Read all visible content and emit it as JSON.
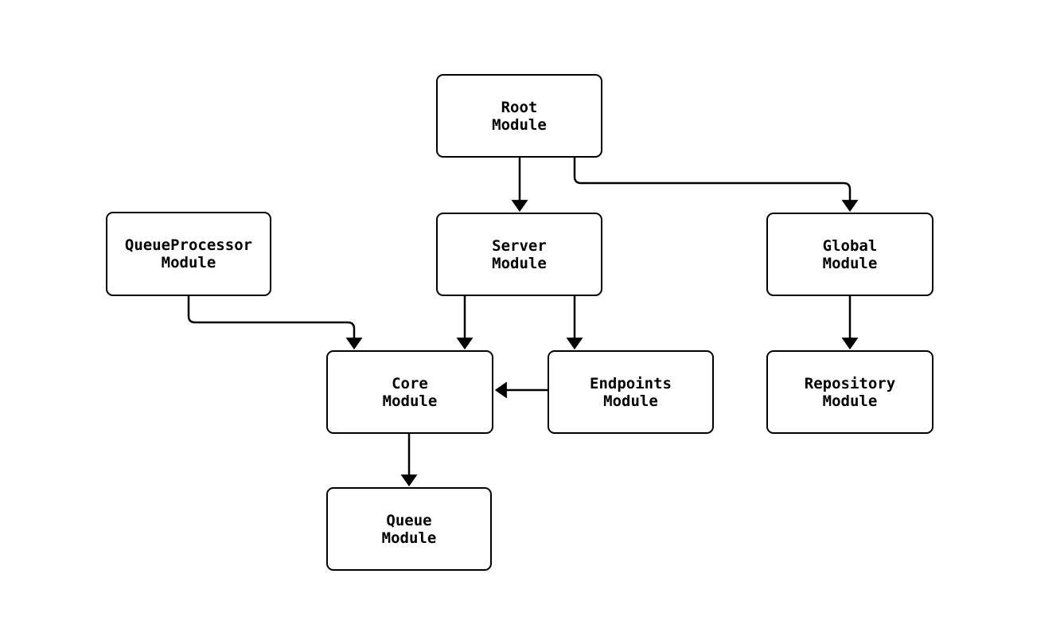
{
  "diagram": {
    "type": "module-dependency-graph",
    "colors": {
      "background": "#ffffff",
      "node_fill": "#ffffff",
      "node_border": "#000000",
      "edge_stroke": "#000000",
      "text": "#000000"
    },
    "nodes": [
      {
        "id": "root",
        "label": "Root\nModule"
      },
      {
        "id": "queueprocessor",
        "label": "QueueProcessor\nModule"
      },
      {
        "id": "server",
        "label": "Server\nModule"
      },
      {
        "id": "global",
        "label": "Global\nModule"
      },
      {
        "id": "core",
        "label": "Core\nModule"
      },
      {
        "id": "endpoints",
        "label": "Endpoints\nModule"
      },
      {
        "id": "repository",
        "label": "Repository\nModule"
      },
      {
        "id": "queue",
        "label": "Queue\nModule"
      }
    ],
    "edges": [
      {
        "from": "root",
        "to": "server"
      },
      {
        "from": "root",
        "to": "global"
      },
      {
        "from": "queueprocessor",
        "to": "core"
      },
      {
        "from": "server",
        "to": "core"
      },
      {
        "from": "server",
        "to": "endpoints"
      },
      {
        "from": "global",
        "to": "repository"
      },
      {
        "from": "endpoints",
        "to": "core"
      },
      {
        "from": "core",
        "to": "queue"
      }
    ]
  }
}
